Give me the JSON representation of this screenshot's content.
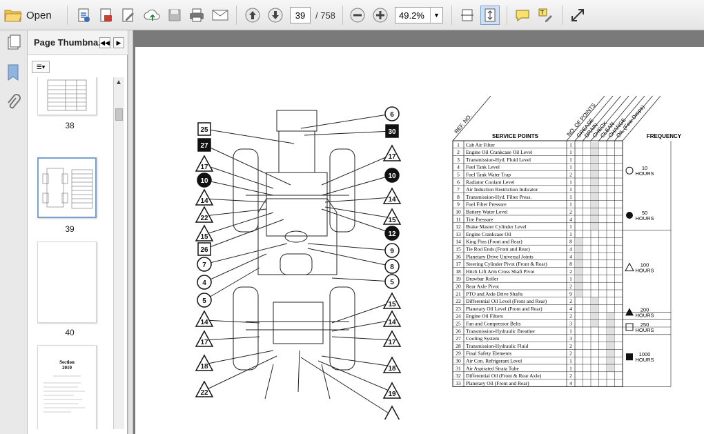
{
  "toolbar": {
    "open_label": "Open",
    "current_page": "39",
    "page_total": "/ 758",
    "zoom": "49.2%",
    "icons": [
      "open-folder-icon",
      "create-pdf-icon",
      "export-pdf-icon",
      "edit-pdf-icon",
      "upload-cloud-icon",
      "save-icon",
      "print-icon",
      "email-icon",
      "previous-page-icon",
      "next-page-icon",
      "zoom-out-icon",
      "zoom-in-icon",
      "fit-width-icon",
      "fit-page-icon",
      "comment-icon",
      "highlight-icon",
      "fullscreen-icon"
    ]
  },
  "sidebar": {
    "title": "Page Thumbna...",
    "thumbnails": [
      {
        "label": "38"
      },
      {
        "label": "39"
      },
      {
        "label": "40"
      },
      {
        "label": ""
      }
    ],
    "thumb_text": {
      "section": "Section",
      "number": "2010"
    }
  },
  "document": {
    "diagram_callouts": [
      "6",
      "30",
      "25",
      "27",
      "17",
      "10",
      "14",
      "22",
      "15",
      "26",
      "7",
      "4",
      "5",
      "12",
      "9",
      "8",
      "17",
      "10",
      "14",
      "15",
      "5",
      "15",
      "14",
      "17",
      "18",
      "22",
      "14",
      "17",
      "18",
      "19"
    ],
    "table": {
      "header_ref": "REF. NO.",
      "header_service": "SERVICE POINTS",
      "header_points": "NO. OF POINTS",
      "header_cols": [
        "GREASE",
        "DRAIN",
        "CHECK",
        "CLEAN",
        "CHANGE",
        "OIL (Few Drops)"
      ],
      "header_frequency": "FREQUENCY",
      "rows": [
        {
          "ref": "1",
          "service": "Cab Air Filter",
          "points": "1"
        },
        {
          "ref": "2",
          "service": "Engine Oil Crankcase Oil Level",
          "points": "1"
        },
        {
          "ref": "3",
          "service": "Transmission-Hyd. Fluid Level",
          "points": "1"
        },
        {
          "ref": "4",
          "service": "Fuel Tank Level",
          "points": "1"
        },
        {
          "ref": "5",
          "service": "Fuel Tank Water Trap",
          "points": "2"
        },
        {
          "ref": "6",
          "service": "Radiator Coolant Level",
          "points": "1"
        },
        {
          "ref": "7",
          "service": "Air Induction Restriction Indicator",
          "points": "1"
        },
        {
          "ref": "8",
          "service": "Transmission-Hyd. Filter Press.",
          "points": "1"
        },
        {
          "ref": "9",
          "service": "Fuel Filter Pressure",
          "points": "1"
        },
        {
          "ref": "10",
          "service": "Battery Water Level",
          "points": "2"
        },
        {
          "ref": "11",
          "service": "Tire Pressure",
          "points": "4"
        },
        {
          "ref": "12",
          "service": "Brake Master Cylinder Level",
          "points": "1"
        },
        {
          "ref": "13",
          "service": "Engine Crankcase Oil",
          "points": "1"
        },
        {
          "ref": "14",
          "service": "King Pins (Front and Rear)",
          "points": "8"
        },
        {
          "ref": "15",
          "service": "Tie Rod Ends (Front and Rear)",
          "points": "4"
        },
        {
          "ref": "16",
          "service": "Planetary Drive Universal Joints",
          "points": "4"
        },
        {
          "ref": "17",
          "service": "Steering Cylinder Pivot (Front & Rear)",
          "points": "8"
        },
        {
          "ref": "18",
          "service": "Hitch Lift Arm Cross Shaft Pivot",
          "points": "2"
        },
        {
          "ref": "19",
          "service": "Drawbar Roller",
          "points": "1"
        },
        {
          "ref": "20",
          "service": "Rear Axle Pivot",
          "points": "2"
        },
        {
          "ref": "21",
          "service": "PTO and Axle Drive Shafts",
          "points": "9"
        },
        {
          "ref": "22",
          "service": "Differential Oil Level (Front and Rear)",
          "points": "2"
        },
        {
          "ref": "23",
          "service": "Planetary Oil Level (Front and Rear)",
          "points": "4"
        },
        {
          "ref": "24",
          "service": "Engine Oil Filters",
          "points": "2"
        },
        {
          "ref": "25",
          "service": "Fan and Compressor Belts",
          "points": "3"
        },
        {
          "ref": "26",
          "service": "Transmission-Hydraulic Breather",
          "points": "1"
        },
        {
          "ref": "27",
          "service": "Cooling System",
          "points": "3"
        },
        {
          "ref": "28",
          "service": "Transmission-Hydraulic Fluid",
          "points": "2"
        },
        {
          "ref": "29",
          "service": "Final Safety Elements",
          "points": "2"
        },
        {
          "ref": "30",
          "service": "Air Con. Refrigerant Level",
          "points": "1"
        },
        {
          "ref": "31",
          "service": "Air Aspirated Strata Tube",
          "points": "1"
        },
        {
          "ref": "32",
          "service": "Differential Oil (Front & Rear Axle)",
          "points": "2"
        },
        {
          "ref": "33",
          "service": "Planetary Oil (Front and Rear)",
          "points": "4"
        }
      ],
      "frequencies": [
        {
          "label": "10 HOURS",
          "symbol": "open-circle"
        },
        {
          "label": "50 HOURS",
          "symbol": "filled-circle"
        },
        {
          "label": "100 HOURS",
          "symbol": "open-triangle"
        },
        {
          "label": "200 HOURS",
          "symbol": "filled-triangle"
        },
        {
          "label": "250 HOURS",
          "symbol": "open-square"
        },
        {
          "label": "1000 HOURS",
          "symbol": "filled-square"
        }
      ]
    }
  }
}
